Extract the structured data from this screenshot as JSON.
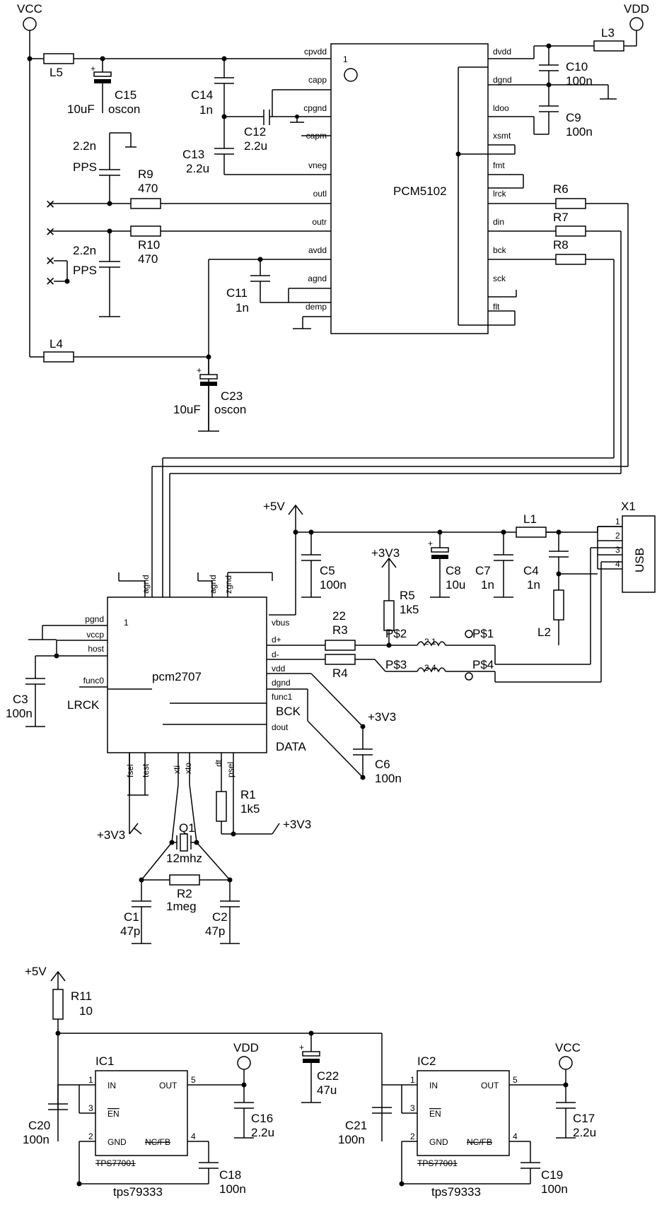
{
  "supplies": {
    "vcc": "VCC",
    "vdd": "VDD",
    "p5v": "+5V",
    "p3v3": "+3V3"
  },
  "pcm5102": {
    "name": "PCM5102",
    "pin1": "1",
    "left_pins": [
      "cpvdd",
      "capp",
      "cpgnd",
      "capm",
      "vneg",
      "outl",
      "outr",
      "avdd",
      "agnd",
      "demp"
    ],
    "right_pins": [
      "dvdd",
      "dgnd",
      "ldoo",
      "xsmt",
      "fmt",
      "lrck",
      "din",
      "bck",
      "sck",
      "flt"
    ]
  },
  "pcm2707": {
    "name": "pcm2707",
    "pin1": "1",
    "top_pins": [
      "agnd",
      "agnd",
      "zgnd"
    ],
    "left_pins": [
      "pgnd",
      "vccp",
      "host",
      "func0"
    ],
    "right_pins": [
      "vbus",
      "d+",
      "d-",
      "vdd",
      "dgnd",
      "func1",
      "dout"
    ],
    "bottom_pins": [
      "fsel",
      "test",
      "xti",
      "xto",
      "dt",
      "psel"
    ],
    "net_labels": {
      "lrck": "LRCK",
      "bck": "BCK",
      "data": "DATA"
    }
  },
  "components": {
    "L5": "L5",
    "L4": "L4",
    "L3": "L3",
    "L1": "L1",
    "L2": "L2",
    "C15": [
      "C15",
      "10uF",
      "oscon"
    ],
    "C14": [
      "C14",
      "1n"
    ],
    "C13": [
      "C13",
      "2.2u"
    ],
    "C12": [
      "C12",
      "2.2u"
    ],
    "C11": [
      "C11",
      "1n"
    ],
    "C10": [
      "C10",
      "100n"
    ],
    "C9": [
      "C9",
      "100n"
    ],
    "C23": [
      "C23",
      "10uF",
      "oscon"
    ],
    "PPS1": [
      "2.2n",
      "PPS"
    ],
    "PPS2": [
      "2.2n",
      "PPS"
    ],
    "R9": [
      "R9",
      "470"
    ],
    "R10": [
      "R10",
      "470"
    ],
    "R6": "R6",
    "R7": "R7",
    "R8": "R8",
    "R3": [
      "22",
      "R3"
    ],
    "R4": "R4",
    "R5": [
      "R5",
      "1k5"
    ],
    "R1": [
      "R1",
      "1k5"
    ],
    "R2": [
      "R2",
      "1meg"
    ],
    "R11": [
      "R11",
      "10"
    ],
    "C5": [
      "C5",
      "100n"
    ],
    "C8": [
      "C8",
      "10u"
    ],
    "C7": [
      "C7",
      "1n"
    ],
    "C4": [
      "C4",
      "1n"
    ],
    "C3": [
      "C3",
      "100n"
    ],
    "C6": [
      "C6",
      "100n"
    ],
    "C1": [
      "C1",
      "47p"
    ],
    "C2": [
      "C2",
      "47p"
    ],
    "Q1": [
      "Q1",
      "12mhz"
    ],
    "C20": [
      "C20",
      "100n"
    ],
    "C16": [
      "C16",
      "2.2u"
    ],
    "C18": [
      "C18",
      "100n"
    ],
    "C22": [
      "C22",
      "47u"
    ],
    "C21": [
      "C21",
      "100n"
    ],
    "C17": [
      "C17",
      "2.2u"
    ],
    "C19": [
      "C19",
      "100n"
    ]
  },
  "usb": {
    "ref": "X1",
    "label": "USB",
    "pins": [
      "1",
      "2",
      "3",
      "4"
    ]
  },
  "choke": {
    "p1": "P$1",
    "p2": "P$2",
    "p3": "P$3",
    "p4": "P$4",
    "n21": "2 1",
    "n34": "3 4"
  },
  "regulators": [
    {
      "ref": "IC1",
      "in": "IN",
      "en": "EN",
      "gnd": "GND",
      "out": "OUT",
      "nc": "NC/FB",
      "p1": "1",
      "p2": "2",
      "p3": "3",
      "p4": "4",
      "p5": "5",
      "part": "TPS77001",
      "value": "tps79333"
    },
    {
      "ref": "IC2",
      "in": "IN",
      "en": "EN",
      "gnd": "GND",
      "out": "OUT",
      "nc": "NC/FB",
      "p1": "1",
      "p2": "2",
      "p3": "3",
      "p4": "4",
      "p5": "5",
      "part": "TPS77001",
      "value": "tps79333"
    }
  ]
}
